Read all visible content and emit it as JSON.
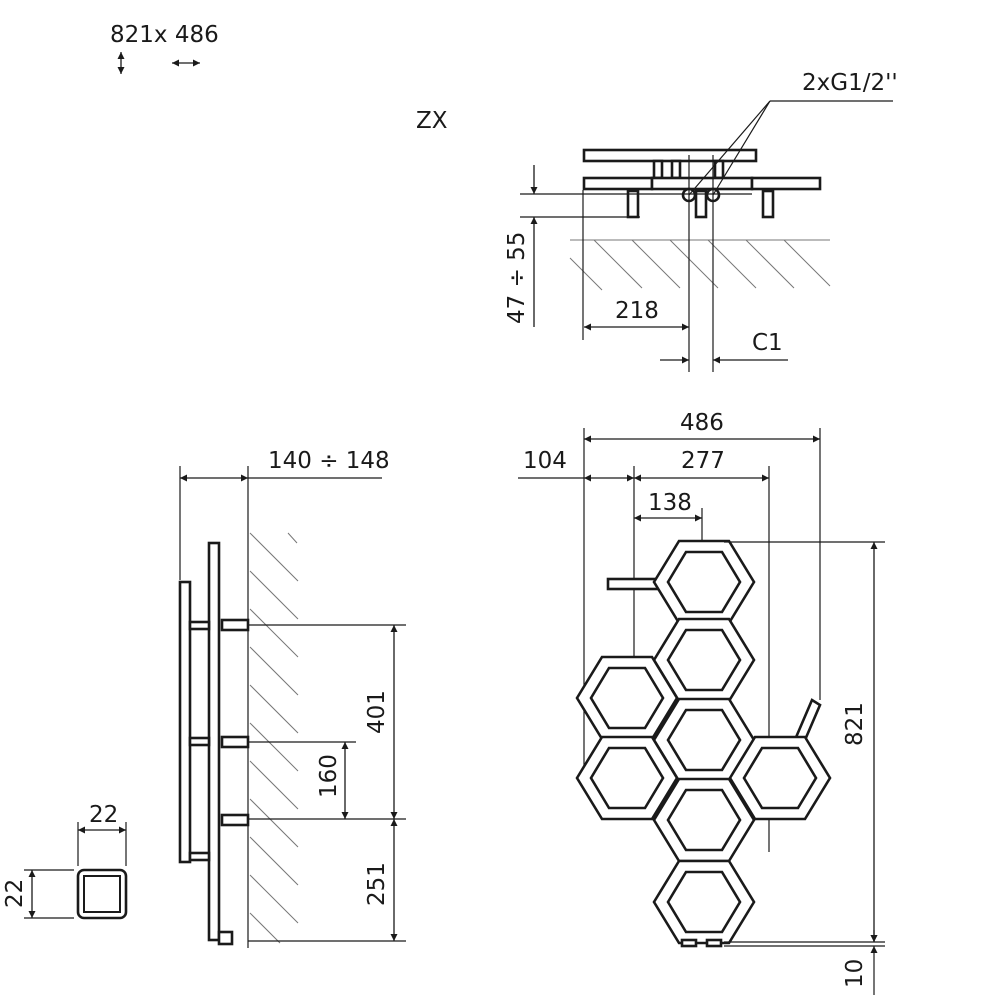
{
  "header": {
    "size_label": "821x 486",
    "vertical_arrow_icon": "vertical-double-arrow",
    "horizontal_arrow_icon": "horizontal-double-arrow"
  },
  "model": "ZX",
  "top_view": {
    "connection": "2xG1/2''",
    "wall_gap": "47 ÷ 55",
    "offset": "218",
    "spacing": "C1"
  },
  "side_view": {
    "depth": "140 ÷ 148",
    "bracket_spacing": "401",
    "bracket_middle": "160",
    "bottom_bracket": "251"
  },
  "profile": {
    "width": "22",
    "height": "22"
  },
  "front_view": {
    "total_width": "486",
    "left_offset": "104",
    "inner_width": "277",
    "half_width": "138",
    "total_height": "821",
    "bottom_gap": "10"
  },
  "colors": {
    "line": "#1a1a1a",
    "hatch": "#777777"
  }
}
